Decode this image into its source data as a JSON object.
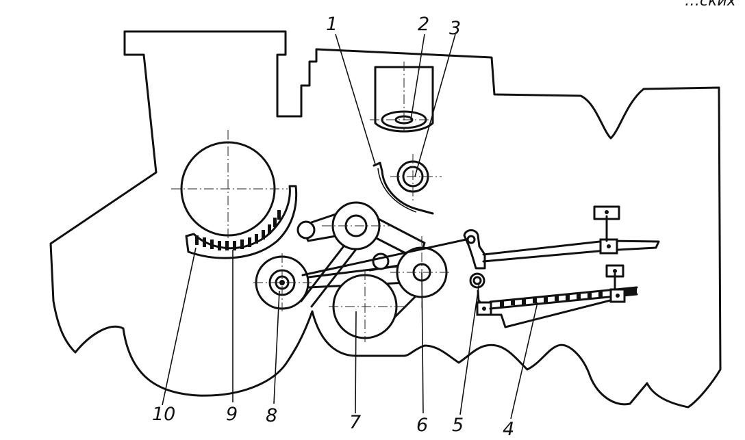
{
  "header_fragment": "…ских",
  "labels": [
    "1",
    "2",
    "3",
    "4",
    "5",
    "6",
    "7",
    "8",
    "9",
    "10"
  ]
}
